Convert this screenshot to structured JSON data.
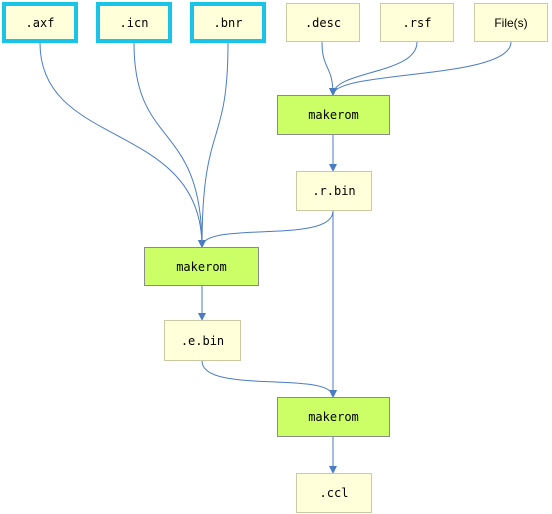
{
  "inputs": {
    "axf": ".axf",
    "icn": ".icn",
    "bnr": ".bnr",
    "desc": ".desc",
    "rsf": ".rsf",
    "files": "File(s)"
  },
  "steps": {
    "makerom_1": "makerom",
    "rbin": ".r.bin",
    "makerom_2": "makerom",
    "ebin": ".e.bin",
    "makerom_3": "makerom",
    "ccl": ".ccl"
  },
  "colors": {
    "file_fill": "#ffffd9",
    "tool_fill": "#ccff66",
    "highlight_border": "#19c4e8",
    "edge": "#4a7cc4"
  }
}
